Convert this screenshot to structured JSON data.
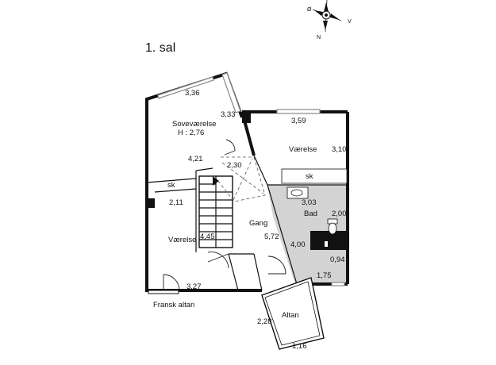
{
  "floor_title": "1. sal",
  "compass": {
    "west": "Ø",
    "east": "V",
    "north": "N"
  },
  "rooms": {
    "bedroom_main": {
      "name": "Soveværelse",
      "height": "H : 2,76"
    },
    "bedroom_right": {
      "name": "Værelse"
    },
    "bedroom_left": {
      "name": "Værelse"
    },
    "bath": {
      "name": "Bad"
    },
    "hall": {
      "name": "Gang"
    },
    "balcony": {
      "name": "Altan"
    },
    "french_balcony": {
      "name": "Fransk altan"
    },
    "closet_1": {
      "name": "sk"
    },
    "closet_2": {
      "name": "sk"
    }
  },
  "dimensions": {
    "d1": "3,36",
    "d2": "3,33",
    "d3": "3,59",
    "d4": "3,10",
    "d5": "4,21",
    "d6": "2,30",
    "d7": "3,03",
    "d8": "2,00",
    "d9": "2,11",
    "d10": "4,45",
    "d11": "5,72",
    "d12": "4,00",
    "d13": "0,94",
    "d14": "1,75",
    "d15": "3,27",
    "d16": "2,28",
    "d17": "1,16"
  },
  "colors": {
    "bath_fill": "#d3d3d3",
    "wall": "#111111"
  }
}
